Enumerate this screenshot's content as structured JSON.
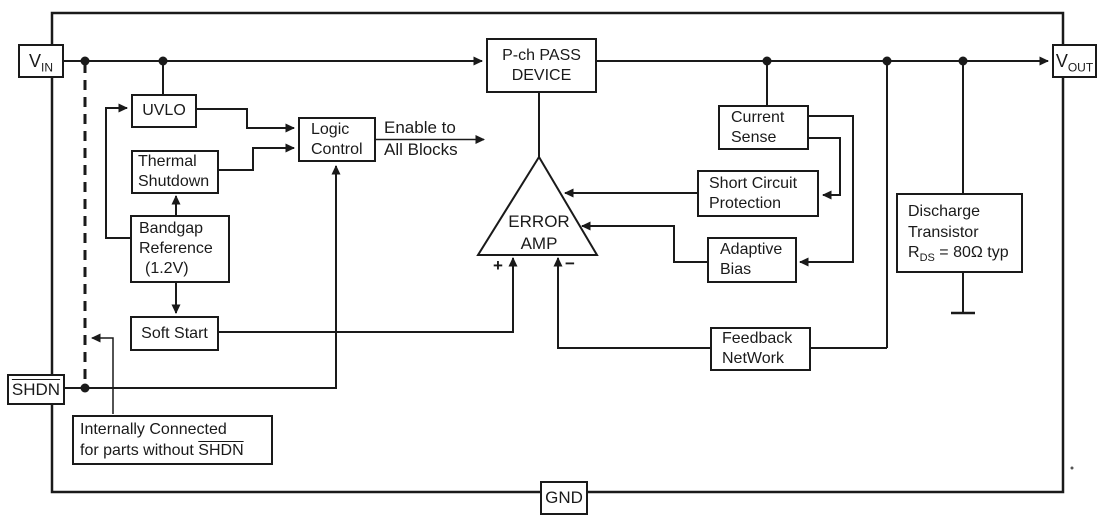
{
  "colors": {
    "line": "#1a1a1a",
    "background": "#ffffff"
  },
  "ports": {
    "vin": {
      "main": "V",
      "sub": "IN"
    },
    "vout": {
      "main": "V",
      "sub": "OUT"
    },
    "shdn": {
      "label": "SHDN"
    },
    "gnd": {
      "label": "GND"
    }
  },
  "blocks": {
    "uvlo": {
      "lines": [
        "UVLO"
      ]
    },
    "thermal_shutdown": {
      "lines": [
        "Thermal",
        "Shutdown"
      ]
    },
    "bandgap_reference": {
      "lines": [
        "Bandgap",
        "Reference",
        "(1.2V)"
      ]
    },
    "soft_start": {
      "lines": [
        "Soft Start"
      ]
    },
    "logic_control": {
      "lines": [
        "Logic",
        "Control"
      ]
    },
    "pass_device": {
      "lines": [
        "P-ch PASS",
        "DEVICE"
      ]
    },
    "error_amp": {
      "lines": [
        "ERROR",
        "AMP"
      ],
      "plus_label": "+",
      "minus_label": "−"
    },
    "current_sense": {
      "lines": [
        "Current",
        "Sense"
      ]
    },
    "short_circuit_protection": {
      "lines": [
        "Short Circuit",
        "Protection"
      ]
    },
    "adaptive_bias": {
      "lines": [
        "Adaptive",
        "Bias"
      ]
    },
    "feedback_network": {
      "lines": [
        "Feedback",
        "NetWork"
      ]
    },
    "discharge_transistor": {
      "line1": "Discharge",
      "line2": "Transistor",
      "r_main": "R",
      "r_sub": "DS",
      "r_rest": " = 80Ω typ"
    }
  },
  "annotations": {
    "enable_output": {
      "line1": "Enable to",
      "line2": "All Blocks"
    },
    "shdn_note": {
      "line1": "Internally Connected",
      "line2_prefix": "for parts without ",
      "line2_overlined": "SHDN"
    }
  }
}
